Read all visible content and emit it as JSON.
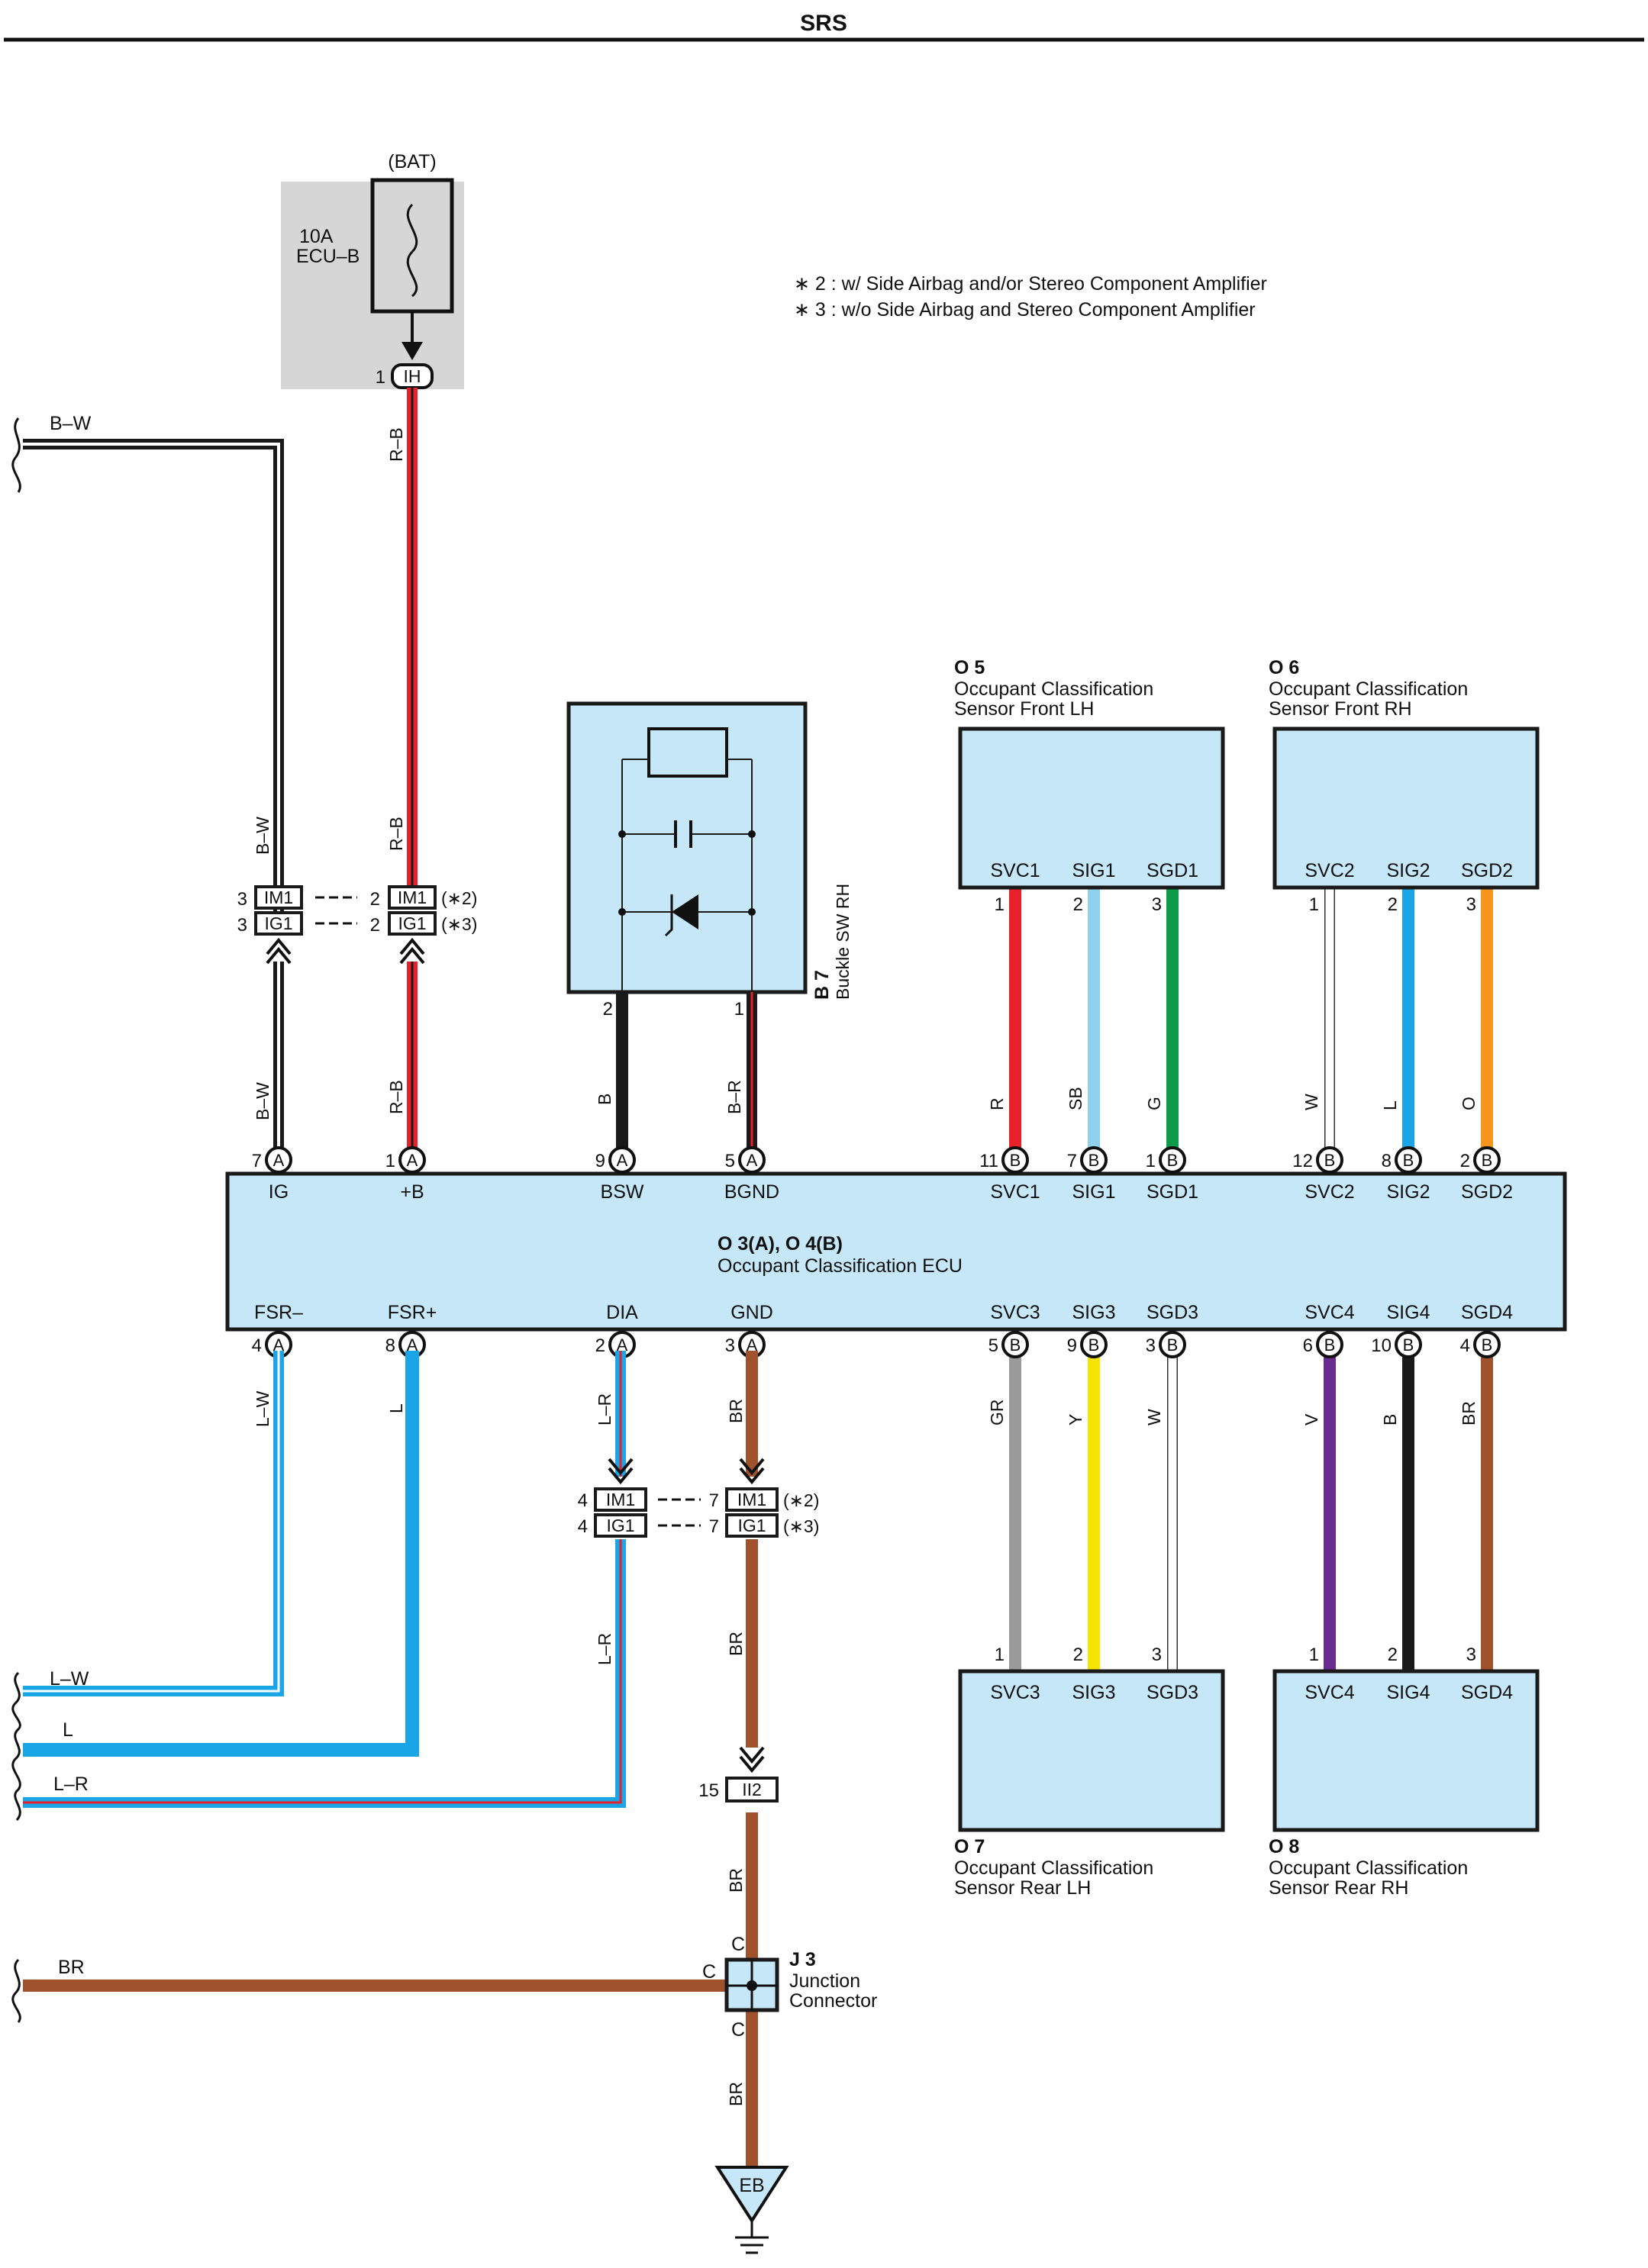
{
  "page": {
    "title": "SRS"
  },
  "notes": [
    "∗ 2 : w/ Side Airbag and/or Stereo Component Amplifier",
    "∗ 3 : w/o Side Airbag and Stereo Component Amplifier"
  ],
  "colors": {
    "box_fill": "#c5e7f7",
    "fuse_area": "#d6d6d6",
    "R": "#e8202a",
    "SB": "#8fd0ee",
    "G": "#0c9b4a",
    "W": "#ffffff",
    "L": "#1aa6e6",
    "O": "#f7941d",
    "B": "#1a1a1a",
    "BR": "#a0522d",
    "GR": "#9a9a9a",
    "Y": "#f5e400",
    "V": "#6a2c91"
  },
  "fuse": {
    "source": "(BAT)",
    "rating": "10A",
    "name": "ECU–B",
    "pin": "1",
    "connector": "IH"
  },
  "ecu": {
    "codes": "O 3(A), O 4(B)",
    "name": "Occupant Classification ECU",
    "top_pins": [
      {
        "num": "7",
        "conn": "A",
        "label": "IG"
      },
      {
        "num": "1",
        "conn": "A",
        "label": "+B"
      },
      {
        "num": "9",
        "conn": "A",
        "label": "BSW"
      },
      {
        "num": "5",
        "conn": "A",
        "label": "BGND"
      },
      {
        "num": "11",
        "conn": "B",
        "label": "SVC1"
      },
      {
        "num": "7",
        "conn": "B",
        "label": "SIG1"
      },
      {
        "num": "1",
        "conn": "B",
        "label": "SGD1"
      },
      {
        "num": "12",
        "conn": "B",
        "label": "SVC2"
      },
      {
        "num": "8",
        "conn": "B",
        "label": "SIG2"
      },
      {
        "num": "2",
        "conn": "B",
        "label": "SGD2"
      }
    ],
    "bottom_pins": [
      {
        "num": "4",
        "conn": "A",
        "label": "FSR–"
      },
      {
        "num": "8",
        "conn": "A",
        "label": "FSR+"
      },
      {
        "num": "2",
        "conn": "A",
        "label": "DIA"
      },
      {
        "num": "3",
        "conn": "A",
        "label": "GND"
      },
      {
        "num": "5",
        "conn": "B",
        "label": "SVC3"
      },
      {
        "num": "9",
        "conn": "B",
        "label": "SIG3"
      },
      {
        "num": "3",
        "conn": "B",
        "label": "SGD3"
      },
      {
        "num": "6",
        "conn": "B",
        "label": "SVC4"
      },
      {
        "num": "10",
        "conn": "B",
        "label": "SIG4"
      },
      {
        "num": "4",
        "conn": "B",
        "label": "SGD4"
      }
    ]
  },
  "buckle_sw": {
    "code": "B 7",
    "name": "Buckle SW RH",
    "pins": [
      "2",
      "1"
    ]
  },
  "sensors": [
    {
      "code": "O 5",
      "line1": "Occupant Classification",
      "line2": "Sensor Front LH",
      "pins": [
        "SVC1",
        "SIG1",
        "SGD1"
      ],
      "nums": [
        "1",
        "2",
        "3"
      ],
      "wires": [
        "R",
        "SB",
        "G"
      ]
    },
    {
      "code": "O 6",
      "line1": "Occupant Classification",
      "line2": "Sensor Front RH",
      "pins": [
        "SVC2",
        "SIG2",
        "SGD2"
      ],
      "nums": [
        "1",
        "2",
        "3"
      ],
      "wires": [
        "W",
        "L",
        "O"
      ]
    },
    {
      "code": "O 7",
      "line1": "Occupant Classification",
      "line2": "Sensor Rear LH",
      "pins": [
        "SVC3",
        "SIG3",
        "SGD3"
      ],
      "nums": [
        "1",
        "2",
        "3"
      ],
      "wires": [
        "GR",
        "Y",
        "W"
      ]
    },
    {
      "code": "O 8",
      "line1": "Occupant Classification",
      "line2": "Sensor Rear RH",
      "pins": [
        "SVC4",
        "SIG4",
        "SGD4"
      ],
      "nums": [
        "1",
        "2",
        "3"
      ],
      "wires": [
        "V",
        "B",
        "BR"
      ]
    }
  ],
  "inline_connectors": {
    "upper": {
      "im1": "IM1",
      "ig1": "IG1",
      "left_num": "3",
      "right_num": "2",
      "note2": "(∗2)",
      "note3": "(∗3)"
    },
    "lower": {
      "im1": "IM1",
      "ig1": "IG1",
      "left_num": "4",
      "right_num": "7",
      "note2": "(∗2)",
      "note3": "(∗3)"
    },
    "ii2": {
      "name": "II2",
      "num": "15"
    }
  },
  "junction": {
    "code": "J 3",
    "line1": "Junction",
    "line2": "Connector",
    "pin": "C"
  },
  "ground": {
    "name": "EB"
  },
  "wire_labels": {
    "bw": "B–W",
    "rb": "R–B",
    "b": "B",
    "br_buckle": "B–R",
    "lw": "L–W",
    "l": "L",
    "lr": "L–R",
    "br": "BR"
  }
}
